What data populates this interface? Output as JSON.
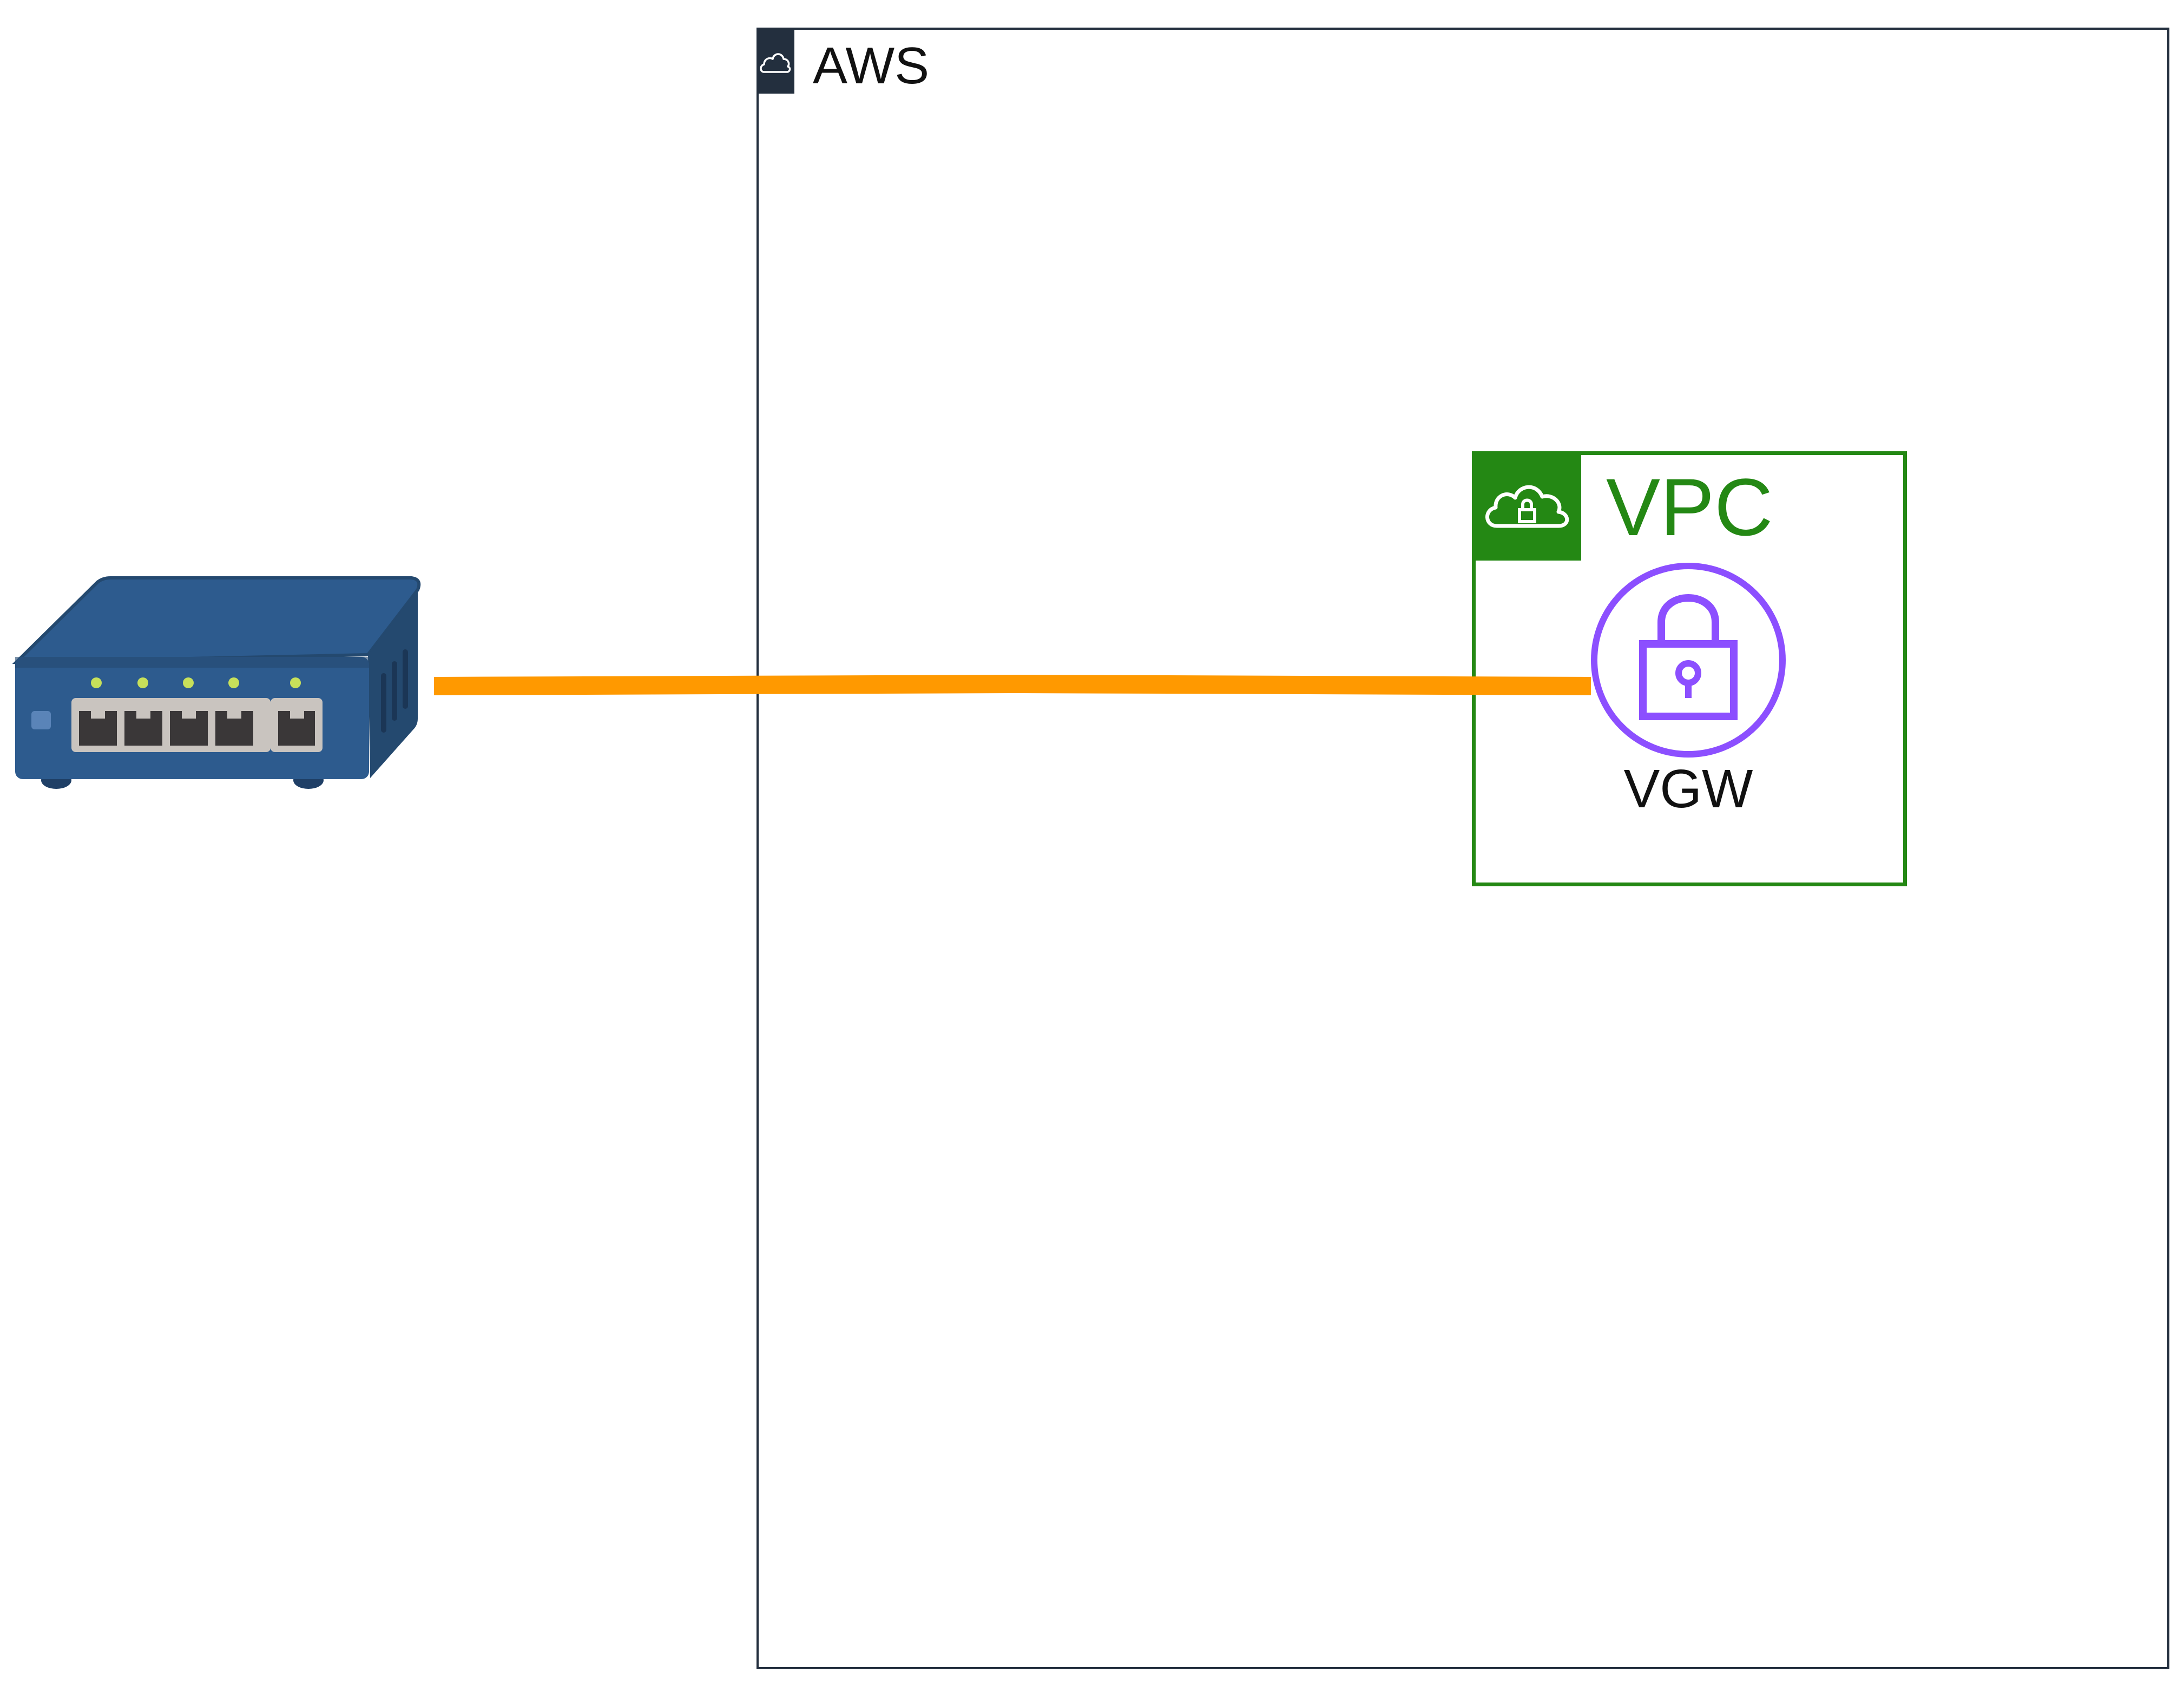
{
  "groups": {
    "aws": {
      "label": "AWS",
      "icon": "cloud-icon",
      "color": "#232f3e"
    },
    "vpc": {
      "label": "VPC",
      "icon": "cloud-lock-icon",
      "color": "#248814"
    }
  },
  "nodes": {
    "router": {
      "icon": "network-switch-icon",
      "color": "#2d5b8e"
    },
    "vgw": {
      "label": "VGW",
      "icon": "padlock-icon",
      "color": "#8c4fff"
    }
  },
  "connection": {
    "from": "router",
    "to": "vgw",
    "color": "#ff9900"
  }
}
